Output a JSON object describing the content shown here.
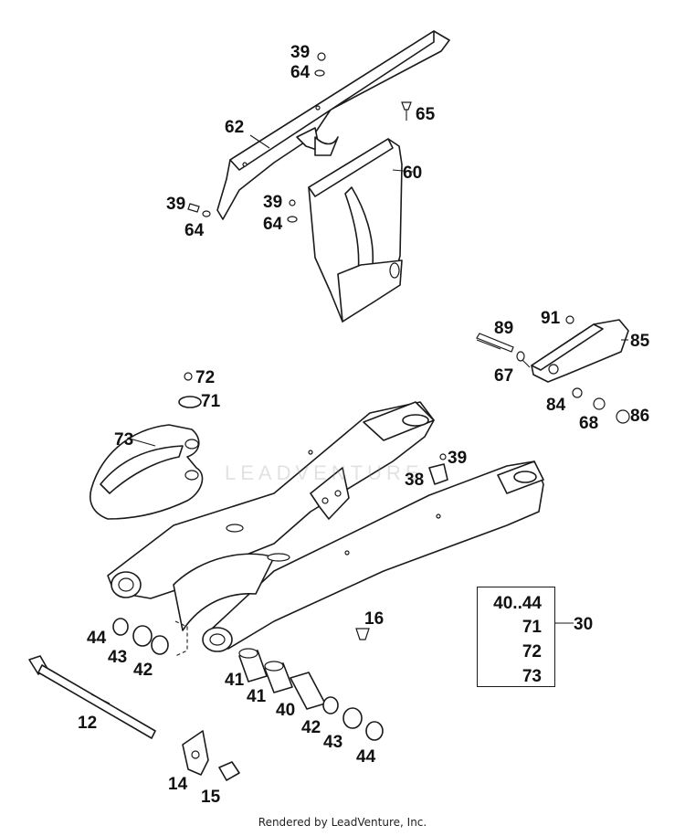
{
  "diagram": {
    "callouts": {
      "c39a": "39",
      "c64a": "64",
      "c65": "65",
      "c62": "62",
      "c60": "60",
      "c39b": "39",
      "c64b": "64",
      "c39c": "39",
      "c64c": "64",
      "c89": "89",
      "c91": "91",
      "c85": "85",
      "c67": "67",
      "c84": "84",
      "c68": "68",
      "c86": "86",
      "c72": "72",
      "c71": "71",
      "c73": "73",
      "c39d": "39",
      "c38": "38",
      "c16": "16",
      "c30": "30",
      "c44a": "44",
      "c43a": "43",
      "c42a": "42",
      "c12": "12",
      "c41a": "41",
      "c41b": "41",
      "c40": "40",
      "c42b": "42",
      "c43b": "43",
      "c44b": "44",
      "c14": "14",
      "c15": "15"
    },
    "kit": {
      "number": "30",
      "contents": [
        "40..44",
        "71",
        "72",
        "73"
      ]
    },
    "watermark": "LEADVENTURE",
    "footer": "Rendered by LeadVenture, Inc."
  }
}
